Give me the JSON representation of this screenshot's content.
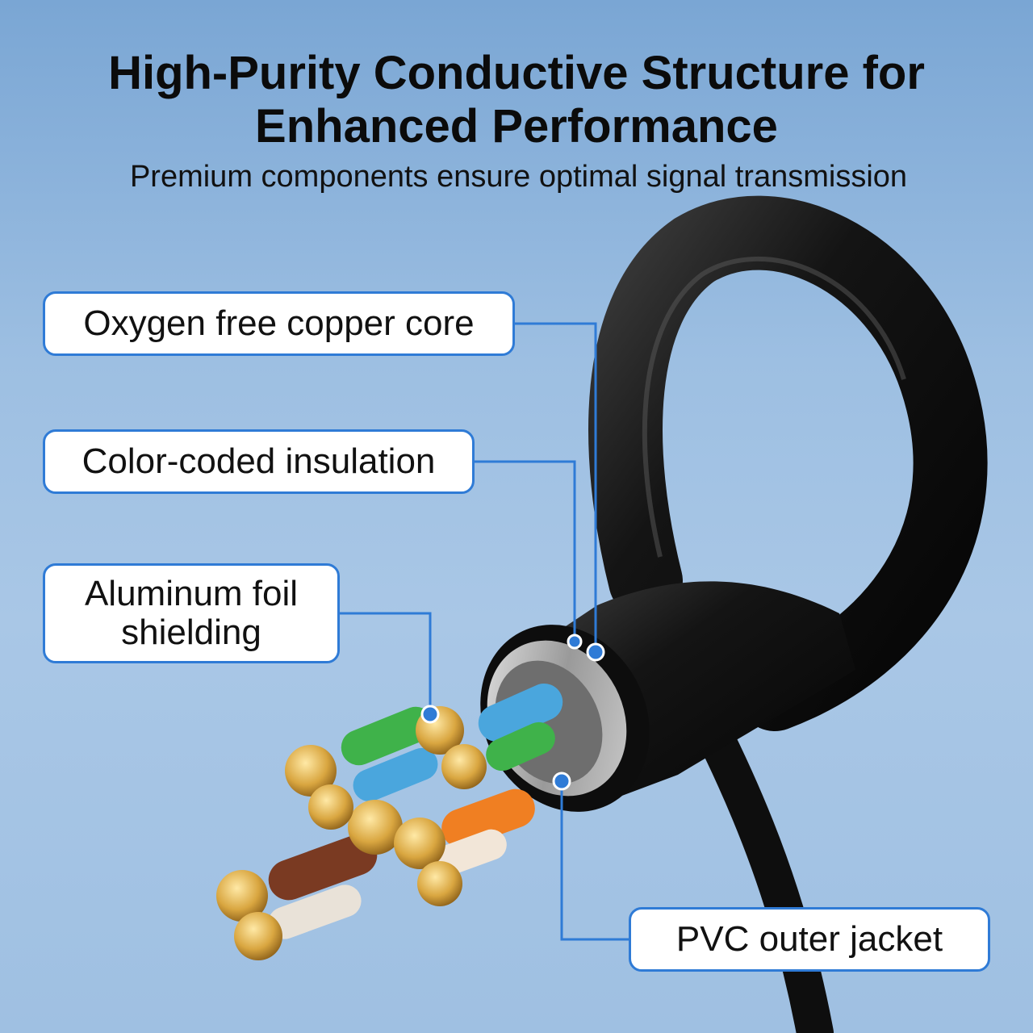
{
  "header": {
    "title_line1": "High-Purity Conductive Structure for",
    "title_line2": "Enhanced Performance",
    "subtitle": "Premium components ensure optimal signal transmission"
  },
  "callouts": {
    "copper_core": "Oxygen free copper core",
    "insulation": "Color-coded insulation",
    "foil_line1": "Aluminum foil",
    "foil_line2": "shielding",
    "pvc_jacket": "PVC outer jacket"
  },
  "colors": {
    "accent": "#2f7bd6",
    "jacket": "#141414",
    "copper": "#d9a640",
    "pair_green": "#3fb24a",
    "pair_blue": "#4aa6dd",
    "pair_orange": "#f07f22",
    "pair_brown": "#7a3a22"
  }
}
